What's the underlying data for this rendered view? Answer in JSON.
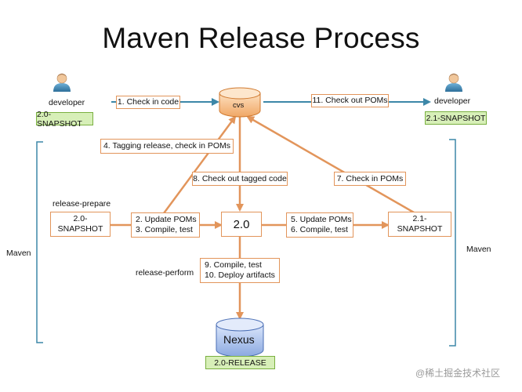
{
  "title": "Maven Release Process",
  "actors": {
    "left": {
      "label": "developer",
      "version": "2.0-SNAPSHOT"
    },
    "right": {
      "label": "developer",
      "version": "2.1-SNAPSHOT"
    }
  },
  "cvs": {
    "label": "cvs"
  },
  "nexus": {
    "label": "Nexus",
    "version": "2.0-RELEASE"
  },
  "steps": {
    "s1": "1. Check in code",
    "s2": "2. Update POMs",
    "s3": "3. Compile, test",
    "s4": "4. Tagging release, check in POMs",
    "s5": "5. Update POMs",
    "s6": "6. Compile, test",
    "s7": "7. Check in POMs",
    "s8": "8. Check out tagged code",
    "s9": "9. Compile, test",
    "s10": "10. Deploy artifacts",
    "s11": "11. Check out POMs"
  },
  "versions": {
    "prepare_snapshot_line1": "2.0-",
    "prepare_snapshot_line2": "SNAPSHOT",
    "release": "2.0",
    "next_snapshot_line1": "2.1-",
    "next_snapshot_line2": "SNAPSHOT"
  },
  "phases": {
    "prepare": "release-prepare",
    "perform": "release-perform"
  },
  "brackets": {
    "left": "Maven",
    "right": "Maven"
  },
  "watermark": "@稀土掘金技术社区",
  "colors": {
    "orange": "#e2955b",
    "blue": "#3d87a8",
    "green_fill": "#d7efb8",
    "green_border": "#7ab040"
  }
}
